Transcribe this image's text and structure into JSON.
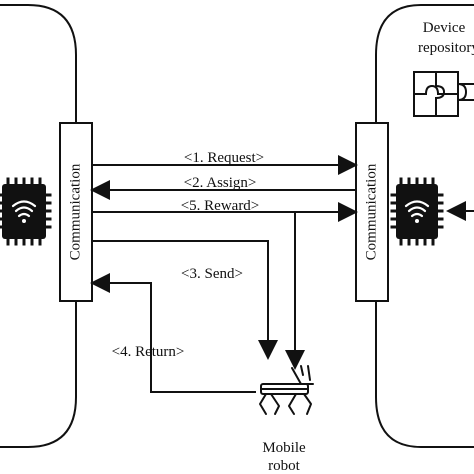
{
  "diagram": {
    "left_module": {
      "communication_label": "Communication"
    },
    "right_module": {
      "communication_label": "Communication",
      "device_repository_line1": "Device",
      "device_repository_line2": "repository"
    },
    "messages": {
      "request": "<1. Request>",
      "assign": "<2. Assign>",
      "reward": "<5. Reward>",
      "send": "<3. Send>",
      "return": "<4. Return>"
    },
    "robot": {
      "line1": "Mobile",
      "line2": "robot"
    },
    "icons": {
      "left_chip": "wifi-chip-icon",
      "right_chip": "wifi-chip-icon",
      "puzzle": "puzzle-icon",
      "robot": "robot-dog-icon"
    },
    "colors": {
      "stroke": "#111111",
      "background": "#ffffff"
    }
  }
}
